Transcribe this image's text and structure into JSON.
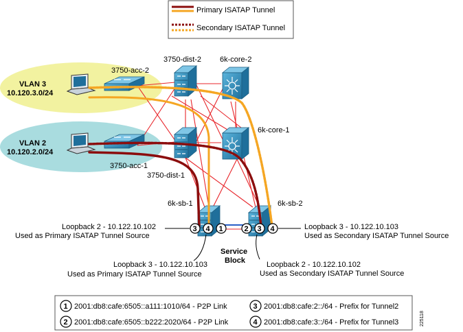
{
  "legend": {
    "primary": "Primary ISATAP Tunnel",
    "secondary": "Secondary ISATAP Tunnel"
  },
  "vlans": {
    "vlan3": {
      "name": "VLAN 3",
      "subnet": "10.120.3.0/24"
    },
    "vlan2": {
      "name": "VLAN 2",
      "subnet": "10.120.2.0/24"
    }
  },
  "devices": {
    "acc2": "3750-acc-2",
    "acc1": "3750-acc-1",
    "dist2": "3750-dist-2",
    "dist1": "3750-dist-1",
    "core2": "6k-core-2",
    "core1": "6k-core-1",
    "sb1": "6k-sb-1",
    "sb2": "6k-sb-2"
  },
  "service_block": {
    "line1": "Service",
    "line2": "Block"
  },
  "callouts": {
    "left_top_1": "Loopback 2 - 10.122.10.102",
    "left_top_2": "Used as Primary ISATAP Tunnel Source",
    "right_top_1": "Loopback 3 - 10.122.10.103",
    "right_top_2": "Used as Secondary ISATAP Tunnel Source",
    "left_bottom_1": "Loopback 3 - 10.122.10.103",
    "left_bottom_2": "Used as Primary ISATAP Tunnel Source",
    "right_bottom_1": "Loopback 2 - 10.122.10.102",
    "right_bottom_2": "Used as Secondary ISATAP Tunnel Source"
  },
  "badges": {
    "b1": "1",
    "b2": "2",
    "b3": "3",
    "b4": "4"
  },
  "key": {
    "k1": "2001:db8:cafe:6505::a111:1010/64 - P2P Link",
    "k2": "2001:db8:cafe:6505::b222:2020/64 - P2P Link",
    "k3": "2001:db8:cafe:2::/64 - Prefix for Tunnel2",
    "k4": "2001:db8:cafe:3::/64 - Prefix for Tunnel3"
  },
  "figure_id": "225118",
  "colors": {
    "primary_tunnel": "#8b0d0d",
    "secondary_tunnel": "#f5a623",
    "link": "#e8262b",
    "switch": "#2f8fbf",
    "vlan3_bg": "#f2f2a0",
    "vlan2_bg": "#a9dcdf"
  }
}
